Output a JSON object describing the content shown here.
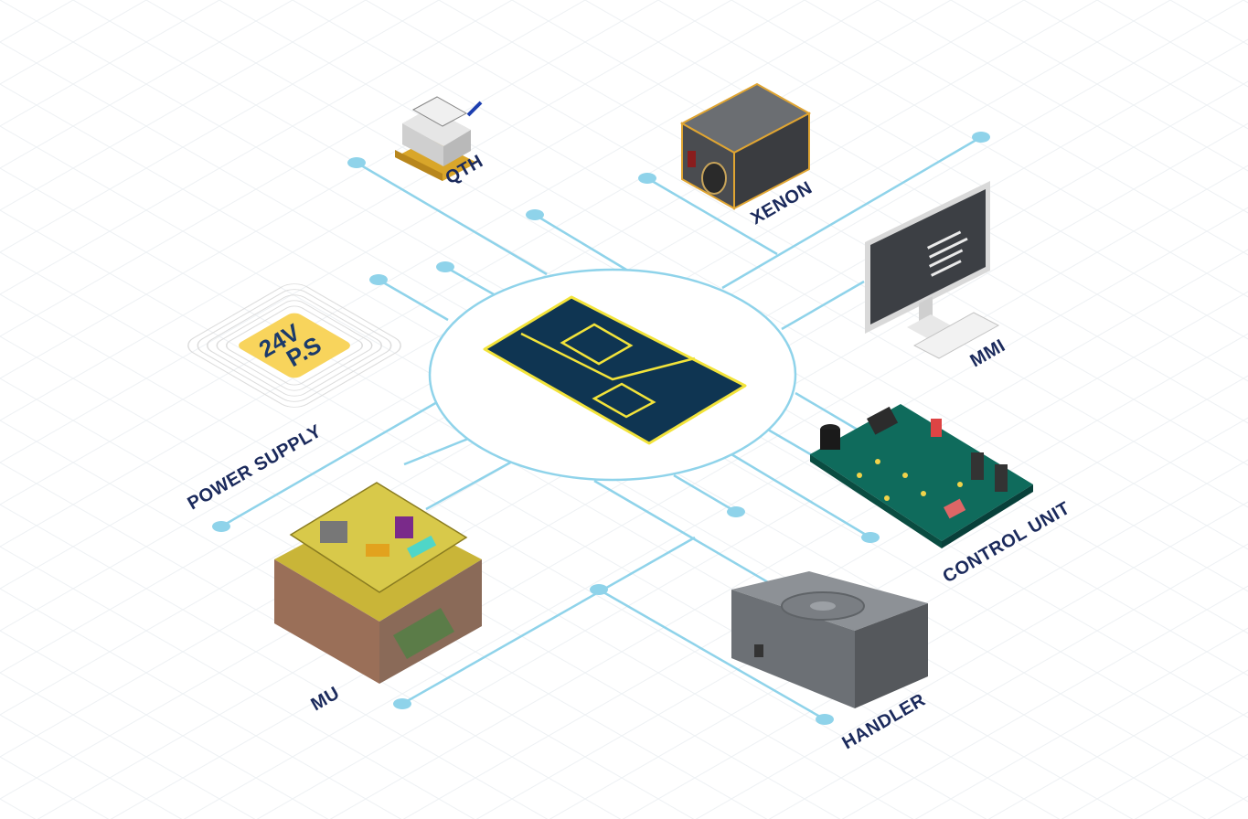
{
  "diagram": {
    "center_node": "central-chip",
    "components": [
      {
        "id": "qth",
        "label": "QTH"
      },
      {
        "id": "xenon",
        "label": "XENON"
      },
      {
        "id": "mmi",
        "label": "MMI"
      },
      {
        "id": "control_unit",
        "label": "CONTROL UNIT"
      },
      {
        "id": "handler",
        "label": "HANDLER"
      },
      {
        "id": "mu",
        "label": "MU"
      },
      {
        "id": "power_supply",
        "label": "POWER SUPPLY"
      }
    ],
    "power_supply_icon": {
      "line1": "24V",
      "line2": "P.S"
    },
    "colors": {
      "connector": "#8fd3ea",
      "label": "#1b2a5c",
      "chip_fill": "#0f3552",
      "chip_trace": "#f2e33a",
      "ps_fill": "#f8d45c",
      "grid": "#eef1f4"
    }
  }
}
